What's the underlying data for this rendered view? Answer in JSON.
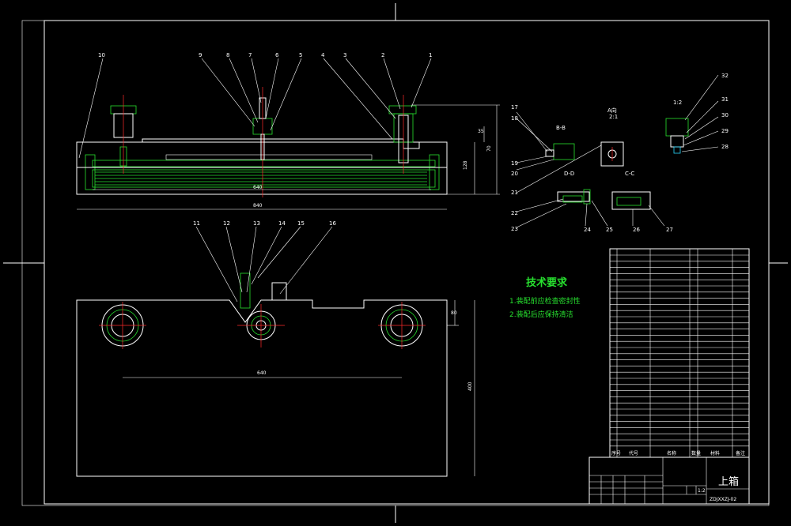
{
  "colors": {
    "background": "#000000",
    "line": "#ffffff",
    "hatch": "#27e02f",
    "center": "#ff2a2a",
    "fill": "#2ad9ff"
  },
  "part_labels_top": [
    "10",
    "9",
    "8",
    "7",
    "6",
    "5",
    "4",
    "3",
    "2",
    "1"
  ],
  "part_labels_mid": [
    "11",
    "12",
    "13",
    "14",
    "15",
    "16"
  ],
  "part_labels_detail": [
    "17",
    "18",
    "19",
    "20",
    "21",
    "22",
    "23",
    "24",
    "25",
    "26",
    "27",
    "28",
    "29",
    "30",
    "31",
    "32"
  ],
  "dims": {
    "top_width": "840",
    "inner_width": "640",
    "height_side": "128",
    "small_a": "35",
    "small_b": "70",
    "bottom_width": "640",
    "bottom_height": "400",
    "bottom_small": "80"
  },
  "section_labels": {
    "b_b": "B-B",
    "a_view": "A向",
    "a_scale": "2:1",
    "d_d": "D-D",
    "c_c": "C-C",
    "scale_detail": "1:2"
  },
  "tech_req": {
    "title": "技术要求",
    "items": [
      "1.装配前应检查密封性",
      "2.装配后应保持清洁"
    ]
  },
  "bom_header": {
    "seq": "序号",
    "code": "代号",
    "name": "名称",
    "qty": "数量",
    "material": "材料",
    "note": "备注"
  },
  "title_block": {
    "part_name": "上箱",
    "drawing_no": "ZDJXXZJ-02",
    "scale": "1:2"
  }
}
